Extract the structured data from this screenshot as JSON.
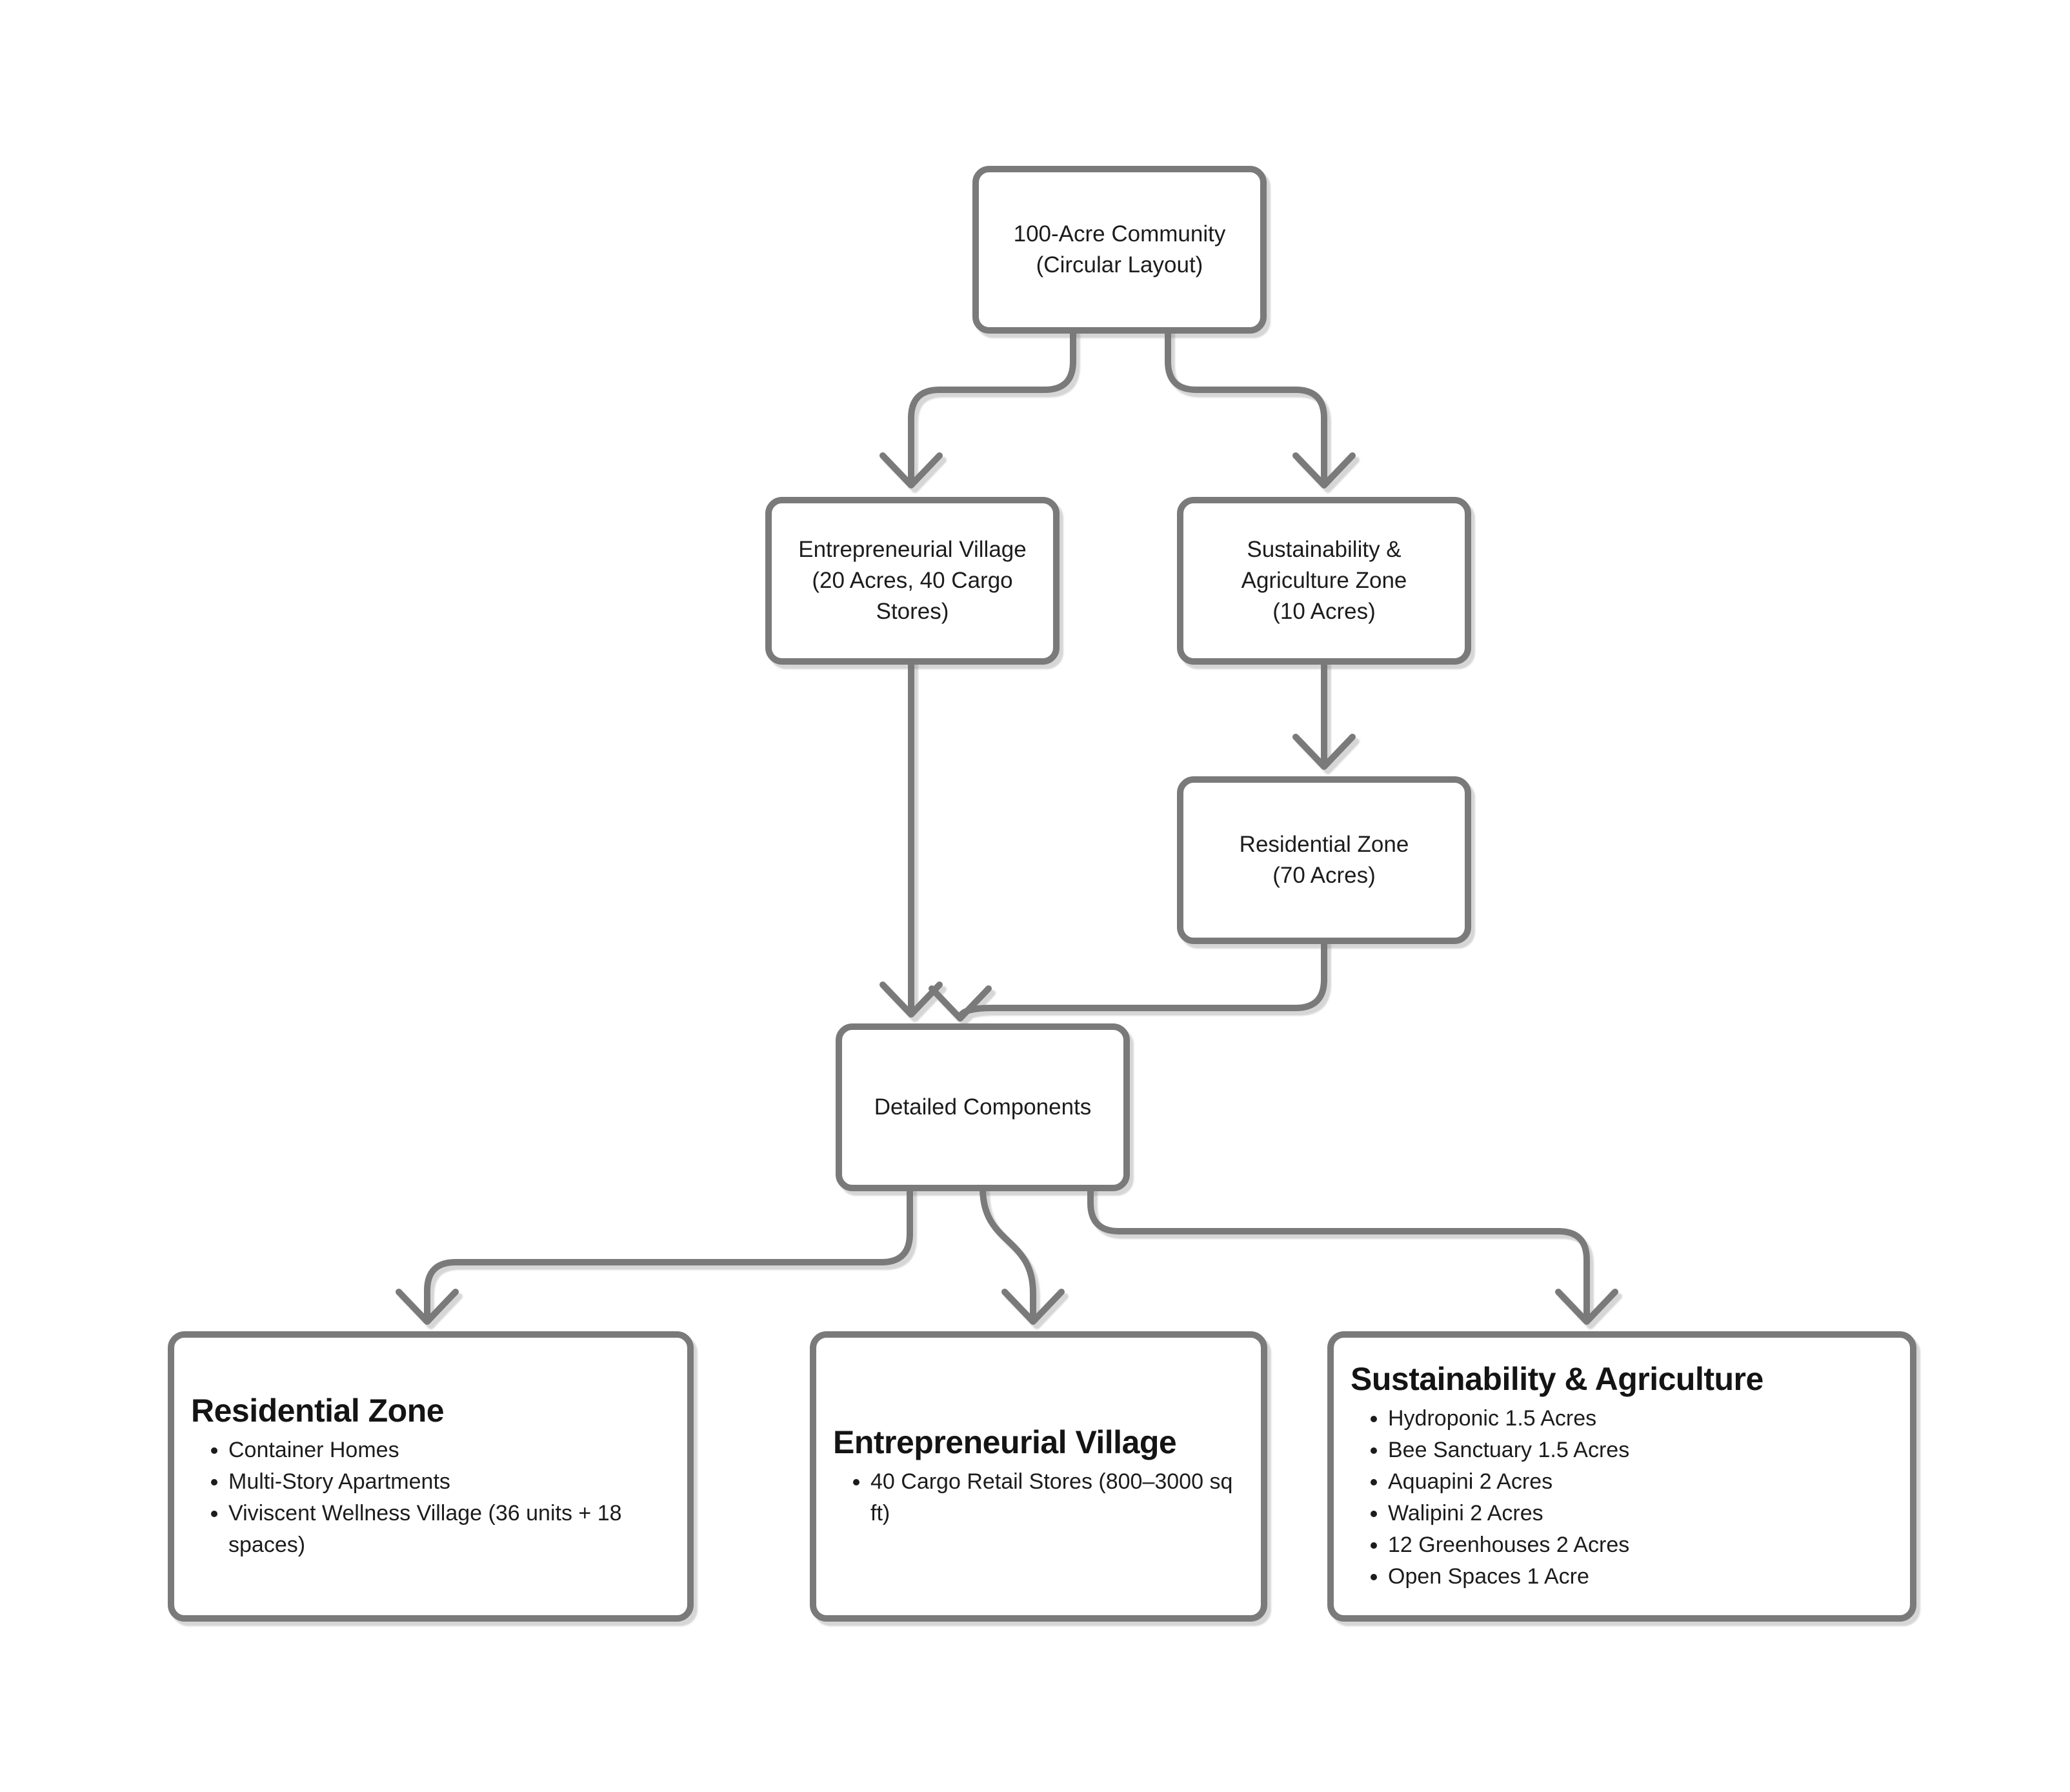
{
  "diagram": {
    "colors": {
      "line": "#7a7a7a",
      "text": "#1c1c1c",
      "background": "#ffffff"
    },
    "nodes": {
      "community": {
        "lines": [
          "100-Acre Community",
          "(Circular Layout)"
        ]
      },
      "entrepreneurial_village": {
        "lines": [
          "Entrepreneurial Village",
          "(20 Acres, 40 Cargo",
          "Stores)"
        ]
      },
      "sustainability_zone": {
        "lines": [
          "Sustainability &",
          "Agriculture Zone",
          "(10 Acres)"
        ]
      },
      "residential_zone": {
        "lines": [
          "Residential Zone",
          "(70 Acres)"
        ]
      },
      "detailed_components": {
        "lines": [
          "Detailed Components"
        ]
      }
    },
    "cards": {
      "residential": {
        "title": "Residential Zone",
        "items": [
          "Container Homes",
          "Multi-Story Apartments",
          "Viviscent Wellness Village (36 units + 18 spaces)"
        ]
      },
      "entrepreneurial": {
        "title": "Entrepreneurial Village",
        "items": [
          "40 Cargo Retail Stores (800–3000 sq ft)"
        ]
      },
      "sustainability": {
        "title": "Sustainability & Agriculture",
        "items": [
          "Hydroponic 1.5 Acres",
          "Bee Sanctuary 1.5 Acres",
          "Aquapini 2 Acres",
          "Walipini 2 Acres",
          "12 Greenhouses 2 Acres",
          "Open Spaces 1 Acre"
        ]
      }
    }
  }
}
